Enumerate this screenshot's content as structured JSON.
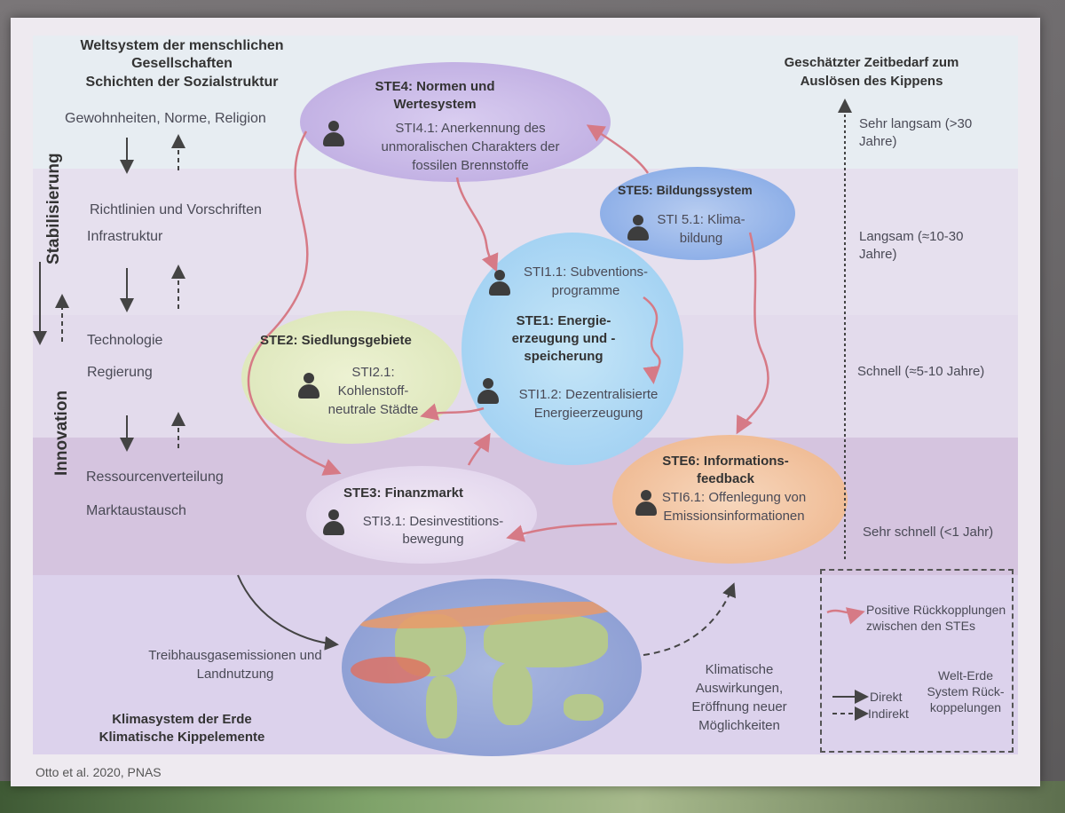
{
  "left": {
    "title": "Weltsystem der menschlichen Gesellschaften",
    "subtitle": "Schichten der Sozialstruktur",
    "layer1": "Gewohnheiten, Norme, Religion",
    "layer2a": "Richtlinien und Vorschriften",
    "layer2b": "Infrastruktur",
    "layer3a": "Technologie",
    "layer3b": "Regierung",
    "layer4a": "Ressourcenverteilung",
    "layer4b": "Marktaustausch",
    "stabilisierung": "Stabilisierung",
    "innovation": "Innovation"
  },
  "right": {
    "title": "Geschätzter Zeitbedarf zum Auslösen des Kippens",
    "t1": "Sehr langsam (>30 Jahre)",
    "t2": "Langsam (≈10-30 Jahre)",
    "t3": "Schnell (≈5-10 Jahre)",
    "t4": "Sehr schnell (<1 Jahr)"
  },
  "ste4": {
    "title": "STE4: Normen und Wertesystem",
    "sti": "STI4.1: Anerkennung des unmoralischen Charakters der fossilen Brennstoffe"
  },
  "ste5": {
    "title": "STE5: Bildungssystem",
    "sti": "STI 5.1: Klima-bildung"
  },
  "ste1": {
    "sti1": "STI1.1: Subventions-programme",
    "title": "STE1: Energie-erzeugung und -speicherung",
    "sti2": "STI1.2: Dezentralisierte Energieerzeugung"
  },
  "ste2": {
    "title": "STE2: Siedlungsgebiete",
    "sti": "STI2.1: Kohlenstoff-neutrale Städte"
  },
  "ste3": {
    "title": "STE3: Finanzmarkt",
    "sti": "STI3.1: Desinvestitions-bewegung"
  },
  "ste6": {
    "title": "STE6: Informations-feedback",
    "sti": "STI6.1: Offenlegung von Emissionsinformationen"
  },
  "bottom": {
    "emissions": "Treibhausgasemissionen und Landnutzung",
    "climate_title": "Klimasystem der Erde",
    "climate_sub": "Klimatische Kippelemente",
    "impacts": "Klimatische Auswirkungen, Eröffnung neuer Möglichkeiten",
    "citation": "Otto et al. 2020, PNAS"
  },
  "legend": {
    "positive": "Positive Rückkopplungen zwischen den STEs",
    "direkt": "Direkt",
    "indirekt": "Indirekt",
    "system": "Welt-Erde System Rück-koppelungen"
  },
  "colors": {
    "arrow": "#d67a86",
    "ste4": "#c9b8e6",
    "ste5": "#a9c4ec",
    "ste1": "#b3d9f3",
    "ste2": "#e6edc8",
    "ste3": "#eadff0",
    "ste6": "#f3c8a8"
  }
}
